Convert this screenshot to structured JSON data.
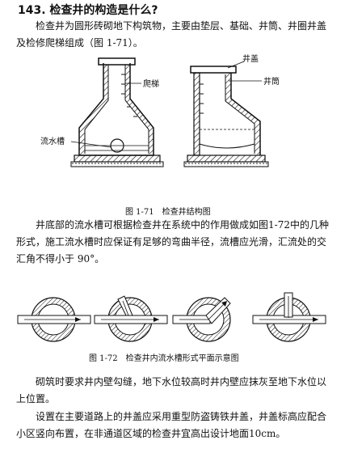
{
  "heading": "143. 检查井的构造是什么?",
  "paragraphs": {
    "intro": "检查井为圆形砖砌地下构筑物，主要由垫层、基础、井筒、井圈井盖及检修爬梯组成（图 1-71）。",
    "channel": "井底部的流水槽可根据检查井在系统中的作用做成如图1-72中的几种形式，施工流水槽时应保证有足够的弯曲半径，流槽应光滑，汇流处的交汇角不得小于 90°。",
    "masonry": "砌筑时要求井内壁勾缝，地下水位较高时井内壁应抹灰至地下水位以上位置。",
    "cover": "设置在主要道路上的井盖应采用重型防盗铸铁井盖，井盖标高应配合小区竖向布置，在非通道区域的检查井宜高出设计地面10cm。"
  },
  "figure_1_71": {
    "caption": "图 1-71　检查井结构图",
    "labels": {
      "ladder": "爬梯",
      "cover": "井盖",
      "shaft": "井筒",
      "channel": "流水槽"
    }
  },
  "figure_1_72": {
    "caption": "图 1-72　检查井内流水槽形式平面示意图"
  }
}
